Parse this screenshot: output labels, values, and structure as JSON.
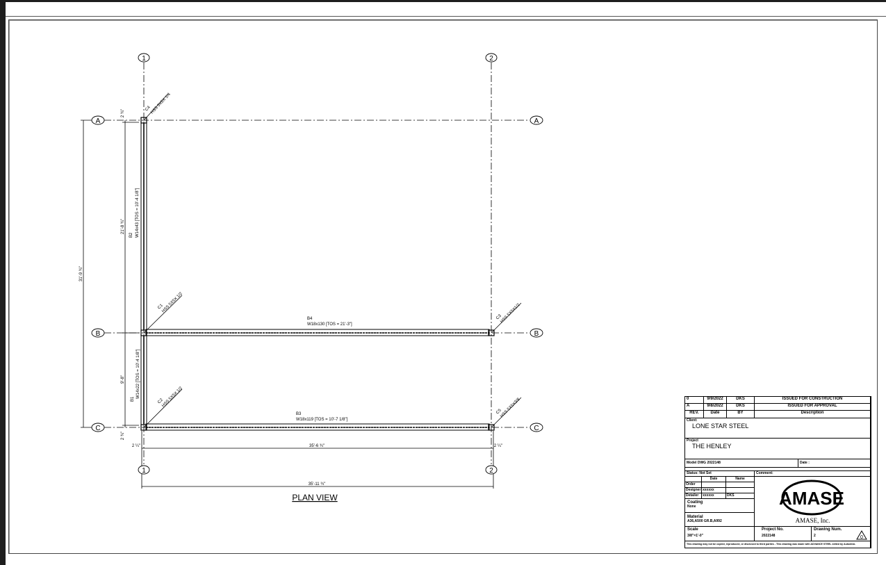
{
  "title_block": {
    "revisions": [
      {
        "rev": "0",
        "date": "9/9/2022",
        "by": "DKS",
        "description": "ISSUED FOR CONSTRUCTION"
      },
      {
        "rev": "A",
        "date": "9/8/2022",
        "by": "DKS",
        "description": "ISSUED FOR APPROVAL"
      }
    ],
    "rev_headers": {
      "rev": "REV.",
      "date": "Date",
      "by": "BY",
      "description": "Description"
    },
    "client_label": "Client:",
    "client": "LONE STAR STEEL",
    "project_label": "Project",
    "project": "THE HENLEY",
    "model_dwg": "Model DWG 2022148",
    "date_label": "Date :",
    "status": "Status: Not Set",
    "comment_label": "Comment:",
    "people_headers": {
      "date": "Date",
      "name": "Name"
    },
    "people": [
      {
        "role": "Order",
        "date": "",
        "name": ""
      },
      {
        "role": "Designer",
        "date": "xxxxxx",
        "name": ""
      },
      {
        "role": "Detailer",
        "date": "xxxxxx",
        "name": "DKS"
      }
    ],
    "coating_label": "Coating",
    "coating": "None",
    "material_label": "Material",
    "material": "A36,A500 GR.B,A992",
    "scale_label": "Scale",
    "scale": "3/8\"=1'-0\"",
    "project_no_label": "Project No.",
    "project_no": "2022148",
    "drawing_num_label": "Drawing Num.",
    "drawing_num": "2",
    "rev_triangle": "0",
    "logo_text": "AMASE",
    "company": "AMASE, Inc.",
    "footer": "This drawing may not be copied, reproduced, or disclosed to third parties - This drawing was made with ADVANCE STEEL edited by Autodesk."
  },
  "drawing": {
    "view_title": "PLAN VIEW",
    "grid_columns": [
      "1",
      "2"
    ],
    "grid_rows": [
      "A",
      "B",
      "C"
    ],
    "beams": [
      {
        "mark": "B4",
        "label": "W18x130 [TOS = 21'-3\"]"
      },
      {
        "mark": "B3",
        "label": "W18x119 [TOS = 10'-7 1/8\"]"
      },
      {
        "mark": "B2",
        "label": "W14x43 [TOS = 10'-4 1/8\"]"
      },
      {
        "mark": "B1",
        "label": "W14x22 [TOS = 10'-4 1/8\"]"
      }
    ],
    "columns": [
      {
        "mark": "C4",
        "label": "HSS 5X5X 1/4"
      },
      {
        "mark": "C1",
        "label": "HSS 5X5X 1/2"
      },
      {
        "mark": "C2",
        "label": "HSS 5X5X 1/2"
      },
      {
        "mark": "C3",
        "label": "HSS 5X5X1/2"
      },
      {
        "mark": "C5",
        "label": "HSS 5X5X3/8"
      }
    ],
    "dimensions": {
      "overall_vertical": "31'-9 ¾\"",
      "upper_vertical": "21'-8 ¾\"",
      "lower_vertical": "9'-8\"",
      "top_offset": "2 ¾\"",
      "bottom_offset": "2 ¾\"",
      "bay_width": "35'-6 ¾\"",
      "overall_width": "35'-11 ¾\"",
      "left_offset": "2 ¼\"",
      "right_offset": "2 ¼\""
    }
  }
}
